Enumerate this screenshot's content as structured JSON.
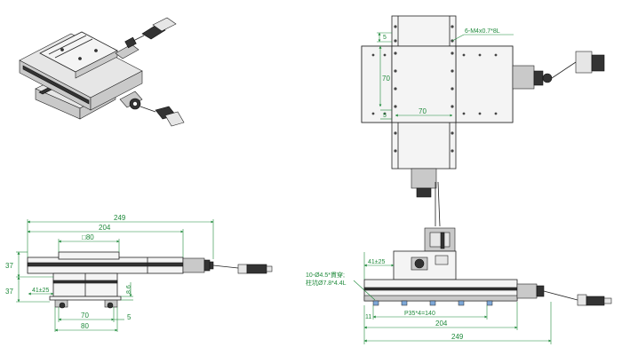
{
  "views": {
    "front": {
      "overall_length": "249",
      "stage_length": "204",
      "platform_width": "□80",
      "height_upper": "37",
      "height_lower": "37",
      "offset": "41±25",
      "bolt_dim": "8.6",
      "base_70": "70",
      "base_80": "80",
      "edge_5": "5"
    },
    "top": {
      "edge_5_upper": "5",
      "hole_callout": "6-M4x0.7*8L",
      "height_70": "70",
      "edge_5_lower": "5",
      "width_70": "70"
    },
    "side": {
      "offset": "41±25",
      "hole_callout_line1": "10-Ø4.5*貫穿;",
      "hole_callout_line2": "柱坑Ø7.8*4.4L",
      "edge_11": "11",
      "pitch": "P35*4=140",
      "stage_length": "204",
      "overall_length": "249"
    }
  },
  "colors": {
    "dimension": "#1f8a3b",
    "outline": "#222222"
  }
}
